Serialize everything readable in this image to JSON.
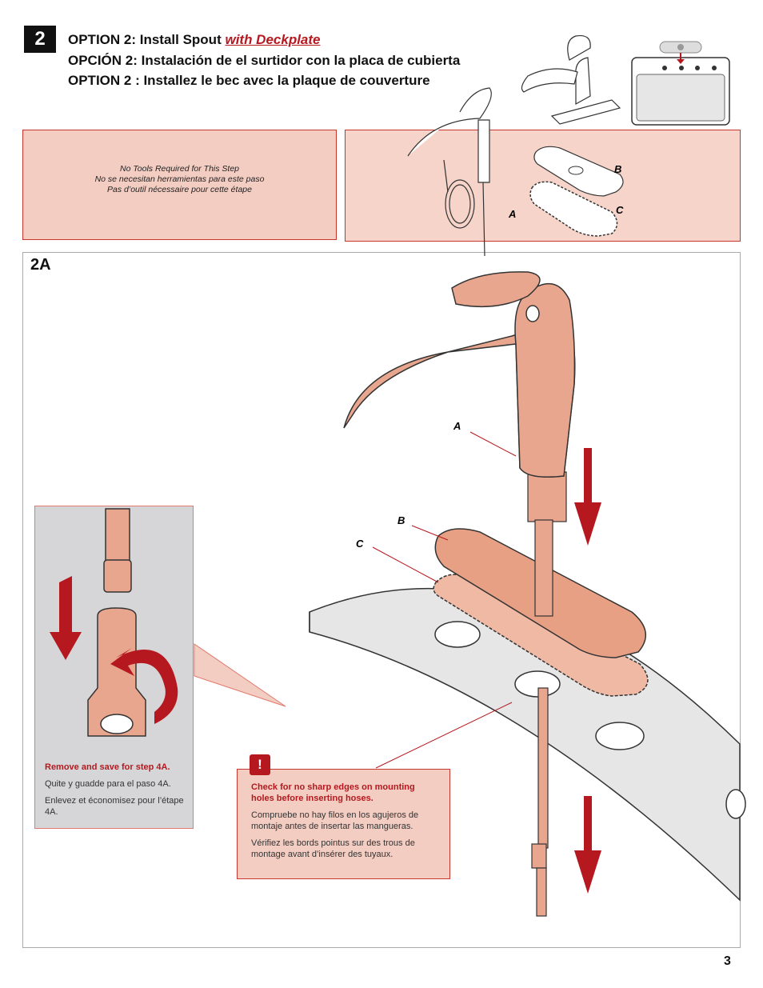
{
  "step": {
    "number": "2"
  },
  "titles": {
    "en_prefix": "OPTION 2:  Install Spout ",
    "en_accent": "with Deckplate",
    "es": "OPCIÓN 2:  Instalación de el surtidor con la placa de cubierta",
    "fr": "OPTION 2 : Installez le bec avec la plaque de couverture"
  },
  "tools_note": {
    "en": "No Tools Required for This Step",
    "es": "No se necesitan herramientas para este paso",
    "fr": "Pas d’outil nécessaire pour cette étape"
  },
  "part_labels": {
    "a": "A",
    "b": "B",
    "c": "C"
  },
  "sub_step": {
    "label": "2A"
  },
  "inset_note": {
    "en": "Remove and save for step 4A.",
    "es": "Quite y guadde para el paso 4A.",
    "fr": "Enlevez et économisez pour l’étape 4A."
  },
  "warning": {
    "icon_symbol": "!",
    "en": "Check for no sharp edges on mounting holes before inserting hoses.",
    "es": "Compruebe no hay filos en los agujeros de montaje antes de insertar las mangueras.",
    "fr": "Vérifiez les bords pointus sur des trous de montage avant d’insérer des tuyaux."
  },
  "page": {
    "number": "3"
  },
  "colors": {
    "accent": "#b5191f",
    "salmon": "#e9a68f",
    "panel": "#f3cdc2"
  }
}
